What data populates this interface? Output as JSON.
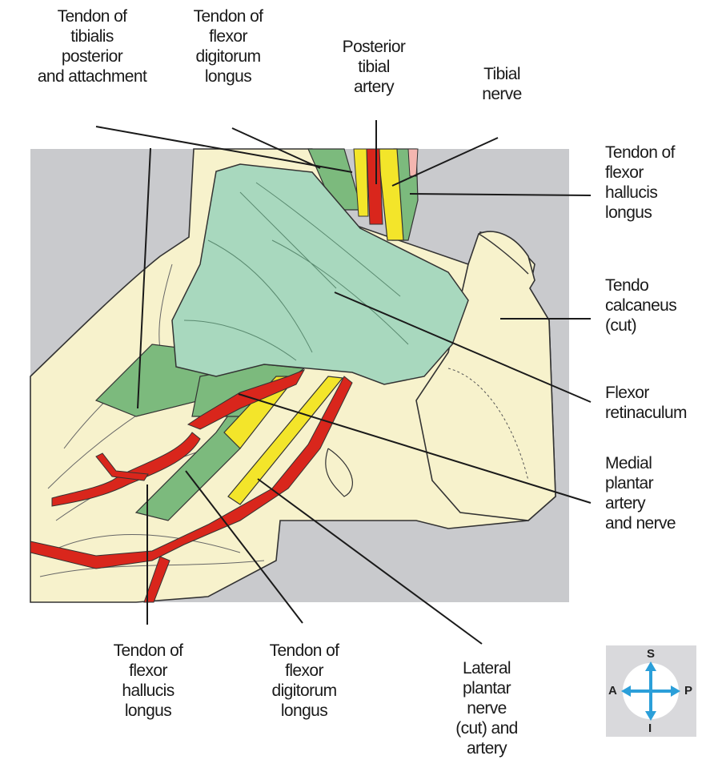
{
  "labels": {
    "tibialis_posterior": [
      "Tendon of",
      "tibialis",
      "posterior",
      "and attachment"
    ],
    "fdl_top": [
      "Tendon of",
      "flexor",
      "digitorum",
      "longus"
    ],
    "posterior_tibial_artery": [
      "Posterior",
      "tibial",
      "artery"
    ],
    "tibial_nerve": [
      "Tibial",
      "nerve"
    ],
    "fhl_right": [
      "Tendon of",
      "flexor",
      "hallucis",
      "longus"
    ],
    "tendo_calcaneus": [
      "Tendo",
      "calcaneus",
      "(cut)"
    ],
    "flexor_retinaculum": [
      "Flexor",
      "retinaculum"
    ],
    "medial_plantar": [
      "Medial",
      "plantar",
      "artery",
      "and nerve"
    ],
    "fhl_bottom": [
      "Tendon of",
      "flexor",
      "hallucis",
      "longus"
    ],
    "fdl_bottom": [
      "Tendon of",
      "flexor",
      "digitorum",
      "longus"
    ],
    "lateral_plantar": [
      "Lateral",
      "plantar",
      "nerve",
      "(cut) and",
      "artery"
    ]
  },
  "orientation": {
    "superior": "S",
    "inferior": "I",
    "anterior": "A",
    "posterior": "P"
  },
  "colors": {
    "panel": "#c9cacd",
    "bone": "#f7f2cc",
    "retinaculum": "#a8d8be",
    "tendon": "#7cba7d",
    "artery": "#d9261c",
    "nerve": "#f3e52a",
    "arrows": "#2b9fd9"
  }
}
